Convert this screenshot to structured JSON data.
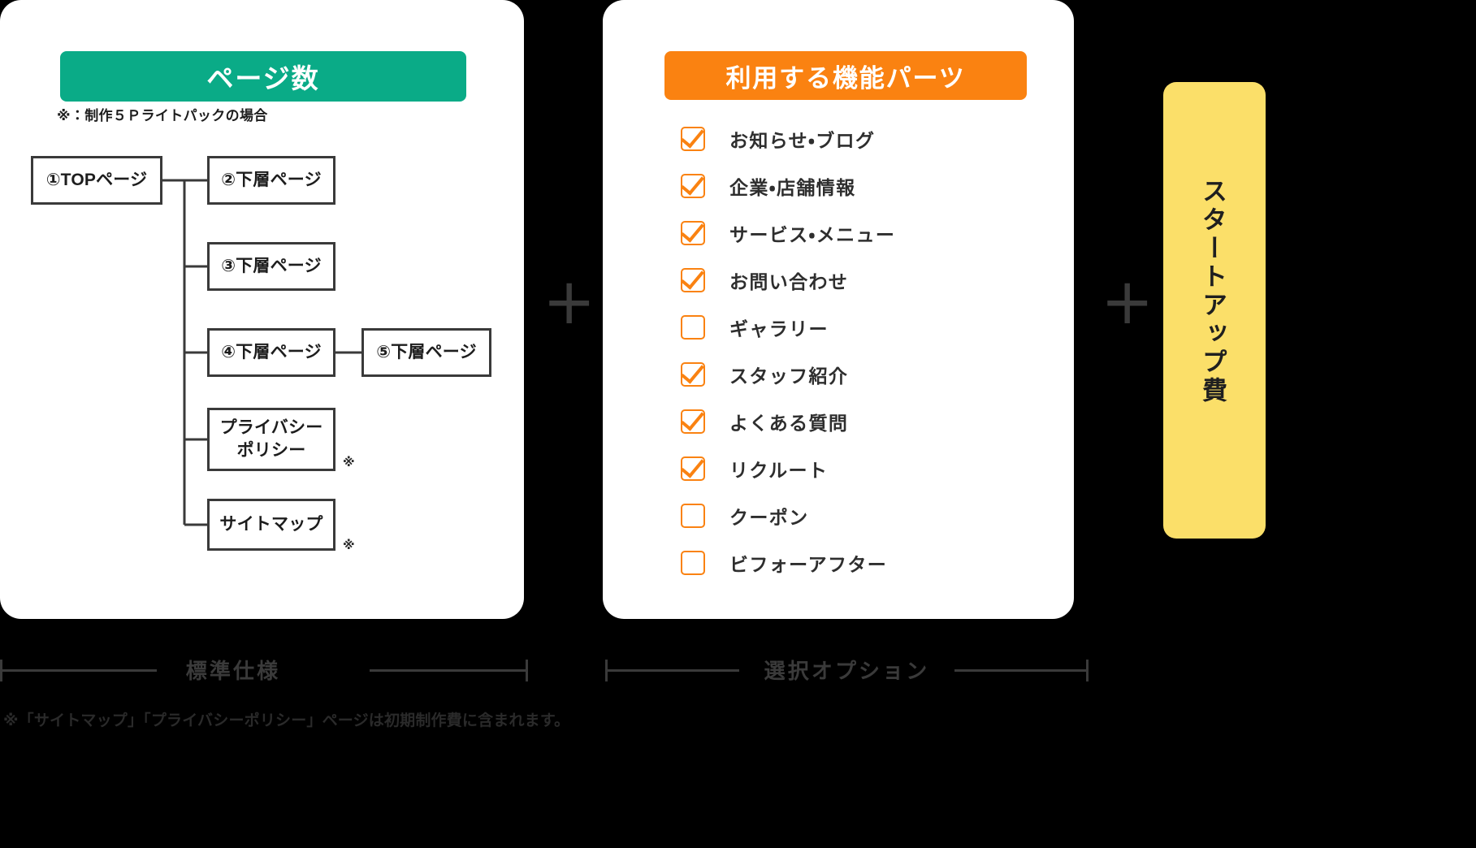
{
  "colors": {
    "background": "#000000",
    "card": "#ffffff",
    "green_accent": "#0aab87",
    "orange_accent": "#fa8211",
    "yellow_panel": "#fbdf69",
    "line_dark": "#3a3a3a",
    "text_dark": "#1d1d1d"
  },
  "panels": {
    "pages": {
      "title": "ページ数",
      "note": "※：制作５Ｐライトパックの場合",
      "flow_boxes": [
        {
          "id": "top",
          "label": "①TOPページ"
        },
        {
          "id": "second",
          "label": "②下層ページ"
        },
        {
          "id": "third",
          "label": "③下層ページ"
        },
        {
          "id": "fourth",
          "label": "④下層ページ"
        },
        {
          "id": "fifth",
          "label": "⑤下層ページ"
        },
        {
          "id": "privacy",
          "label": "プライバシー\nポリシー"
        },
        {
          "id": "sitemap",
          "label": "サイトマップ"
        }
      ],
      "asterisks": [
        "※",
        "※"
      ]
    },
    "parts": {
      "title": "利用する機能パーツ",
      "items": [
        {
          "label": "お知らせ・ブログ",
          "checked": true
        },
        {
          "label": "企業・店舗情報",
          "checked": true
        },
        {
          "label": "サービス・メニュー",
          "checked": true
        },
        {
          "label": "お問い合わせ",
          "checked": true
        },
        {
          "label": "ギャラリー",
          "checked": false
        },
        {
          "label": "スタッフ紹介",
          "checked": true
        },
        {
          "label": "よくある質問",
          "checked": true
        },
        {
          "label": "リクルート",
          "checked": true
        },
        {
          "label": "クーポン",
          "checked": false
        },
        {
          "label": "ビフォーアフター",
          "checked": false
        }
      ]
    },
    "startup": {
      "title": "スタートアップ費"
    }
  },
  "operators": {
    "plus_1": "+",
    "plus_2": "+"
  },
  "brackets": {
    "standard_label": "標準仕様",
    "option_label": "選択オプション"
  },
  "footnote": "※「サイトマップ」「プライバシーポリシー」ページは初期制作費に含まれます。"
}
